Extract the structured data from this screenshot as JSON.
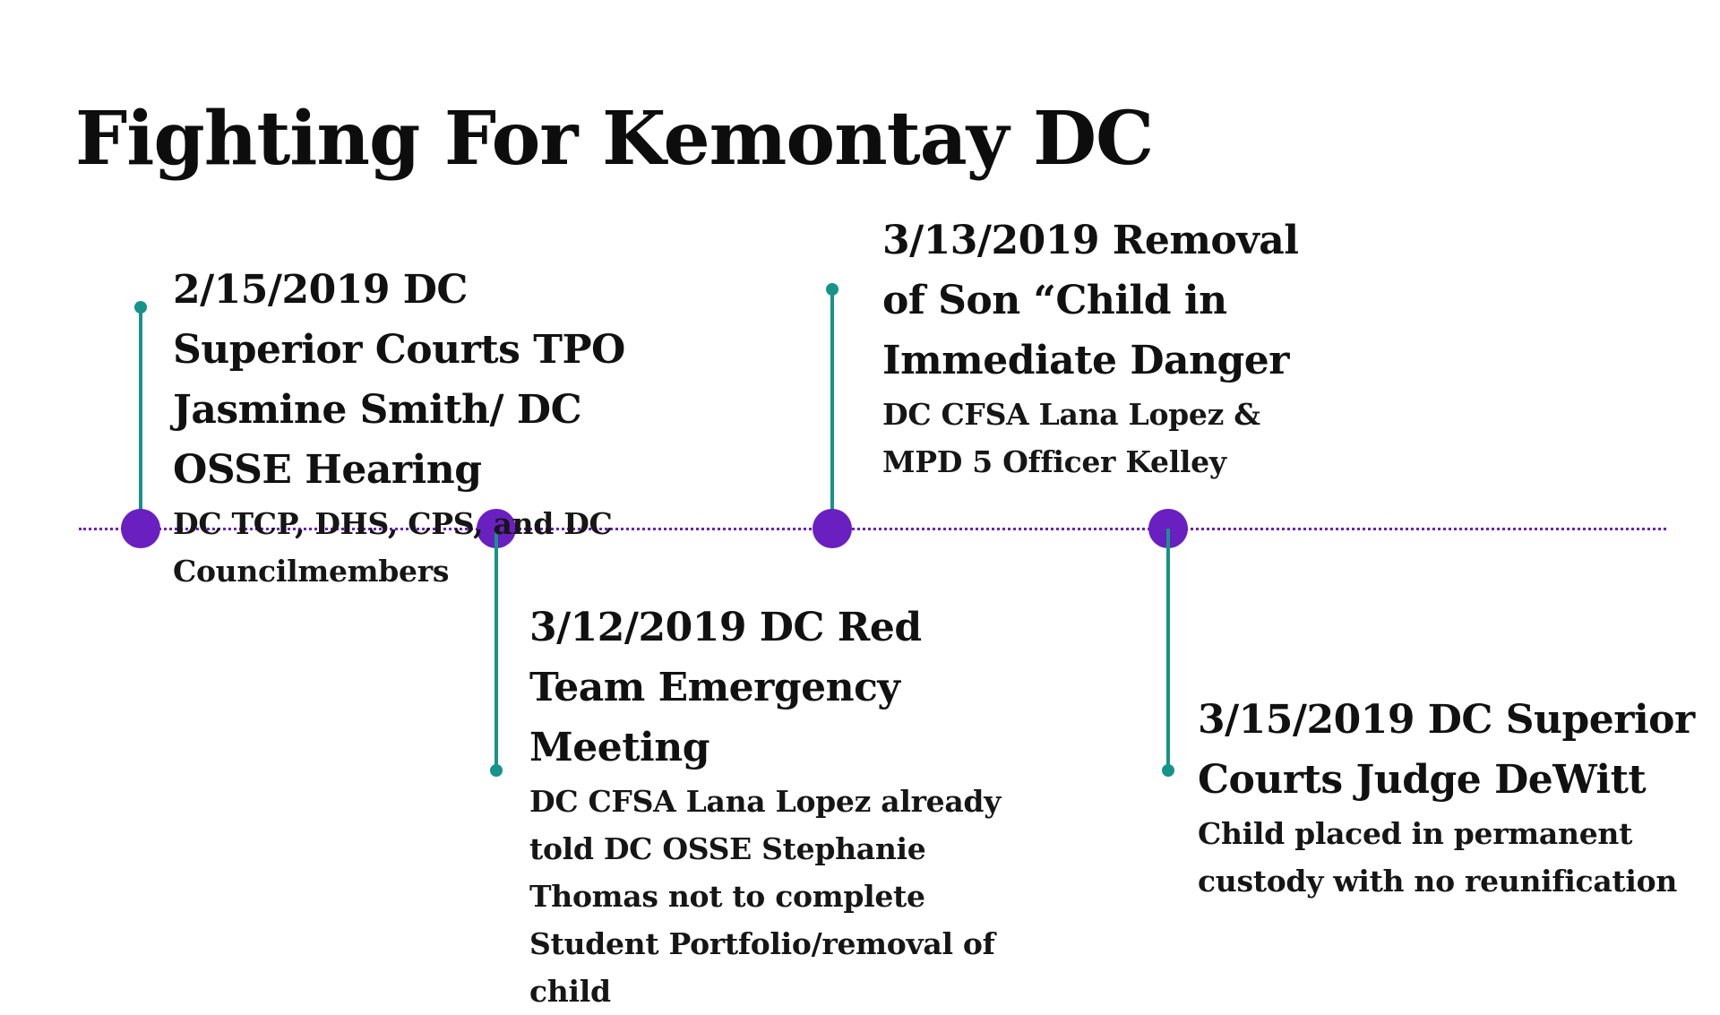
{
  "title": "Fighting For Kemontay DC",
  "colors": {
    "axis": "#6a1fc1",
    "node": "#6a1fc1",
    "connector": "#16948a",
    "text": "#111111"
  },
  "events": [
    {
      "title": "2/15/2019 DC Superior Courts TPO Jasmine Smith/ DC OSSE Hearing",
      "description": "DC TCP, DHS, CPS, and DC Councilmembers"
    },
    {
      "title": "3/12/2019 DC Red Team Emergency Meeting",
      "description": "DC CFSA Lana Lopez already told DC OSSE Stephanie Thomas not to complete Student Portfolio/removal of child"
    },
    {
      "title": "3/13/2019 Removal of Son “Child in Immediate Danger",
      "description": "DC CFSA Lana Lopez & MPD 5 Officer Kelley"
    },
    {
      "title": "3/15/2019 DC Superior Courts Judge DeWitt",
      "description": "Child placed in permanent custody with no reunification"
    }
  ]
}
